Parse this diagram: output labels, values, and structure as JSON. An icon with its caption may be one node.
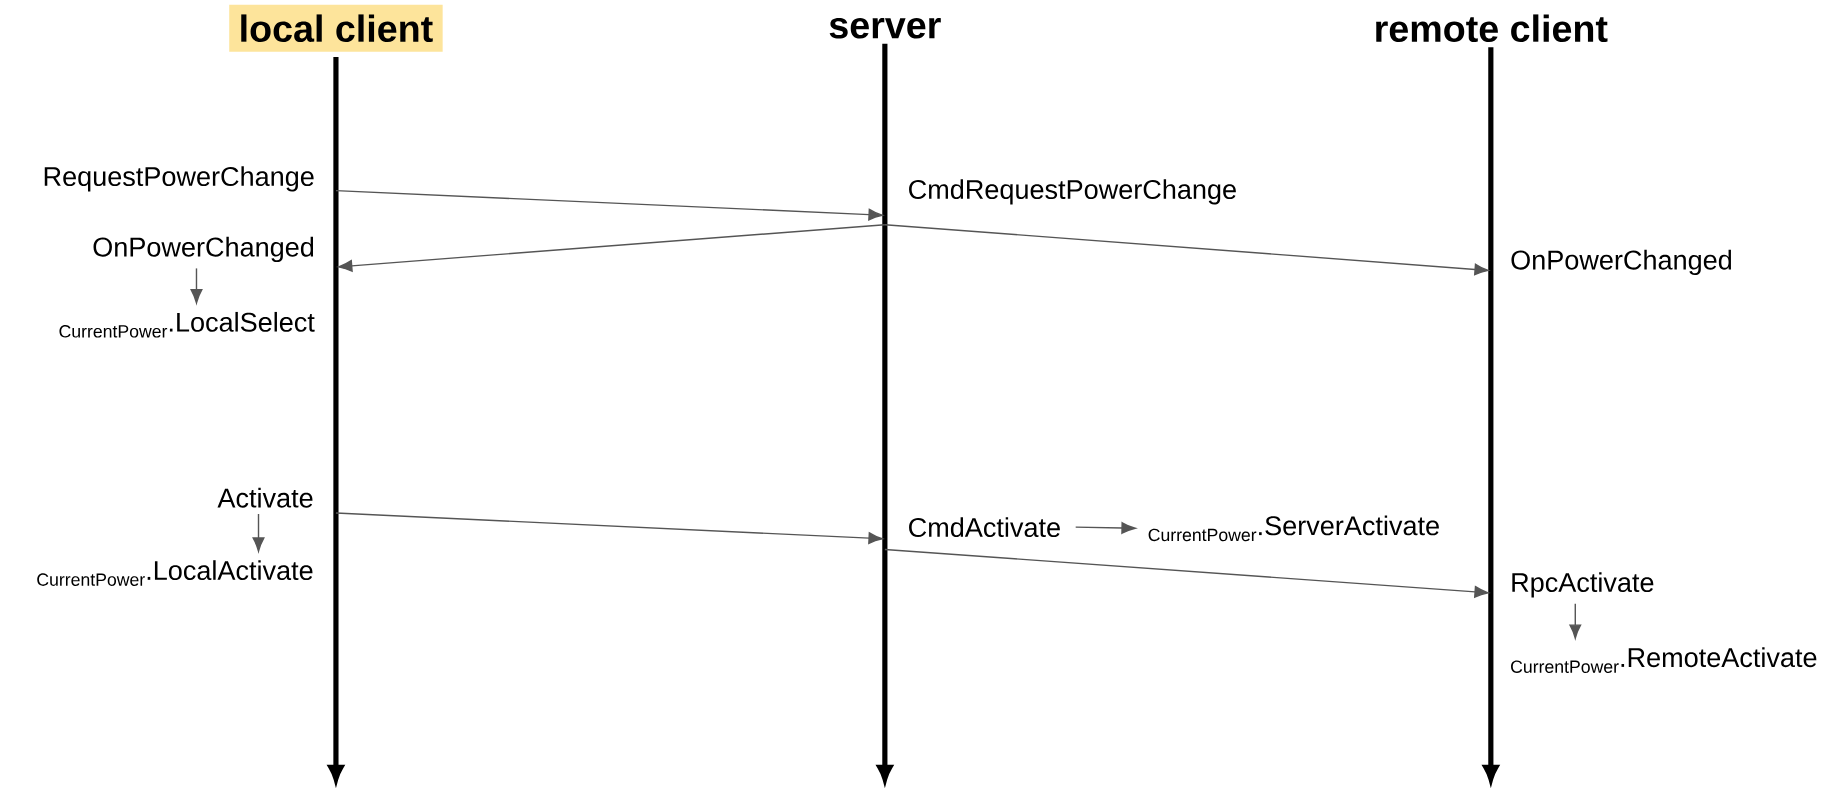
{
  "diagram": {
    "nodes": [
      {
        "text": [
          "local client"
        ]
      },
      {
        "text": [
          "server"
        ]
      },
      {
        "text": [
          "remote client"
        ]
      },
      {
        "text": [
          "RequestPowerChange"
        ]
      },
      {
        "text": [
          "CmdRequestPowerChange"
        ]
      },
      {
        "text": [
          "OnPowerChanged"
        ]
      },
      {
        "text": [
          "OnPowerChanged"
        ]
      },
      {
        "text": [
          "CurrentPower",
          ".LocalSelect"
        ]
      },
      {
        "text": [
          "Activate"
        ]
      },
      {
        "text": [
          "CmdActivate"
        ]
      },
      {
        "text": [
          "CurrentPower",
          ".ServerActivate"
        ]
      },
      {
        "text": [
          "CurrentPower",
          ".LocalActivate"
        ]
      },
      {
        "text": [
          "RpcActivate"
        ]
      },
      {
        "text": [
          "CurrentPower",
          ".RemoteActivate"
        ]
      }
    ],
    "edges": [
      {
        "from": 0,
        "to": null,
        "arrow": "to",
        "style": "thick",
        "color": "#000000"
      },
      {
        "from": 1,
        "to": null,
        "arrow": "to",
        "style": "thick",
        "color": "#000000"
      },
      {
        "from": 2,
        "to": null,
        "arrow": "to",
        "style": "thick",
        "color": "#000000"
      },
      {
        "from": 3,
        "to": 4,
        "arrow": "to"
      },
      {
        "from": 4,
        "to": 5,
        "arrow": "to"
      },
      {
        "from": 4,
        "to": 6,
        "arrow": "to"
      },
      {
        "from": 5,
        "to": 7,
        "arrow": "to"
      },
      {
        "from": 8,
        "to": 9,
        "arrow": "to"
      },
      {
        "from": 9,
        "to": 10,
        "arrow": "to"
      },
      {
        "from": 8,
        "to": 11,
        "arrow": "to"
      },
      {
        "from": 9,
        "to": 12,
        "arrow": "to"
      },
      {
        "from": 12,
        "to": 13,
        "arrow": "to"
      }
    ]
  }
}
